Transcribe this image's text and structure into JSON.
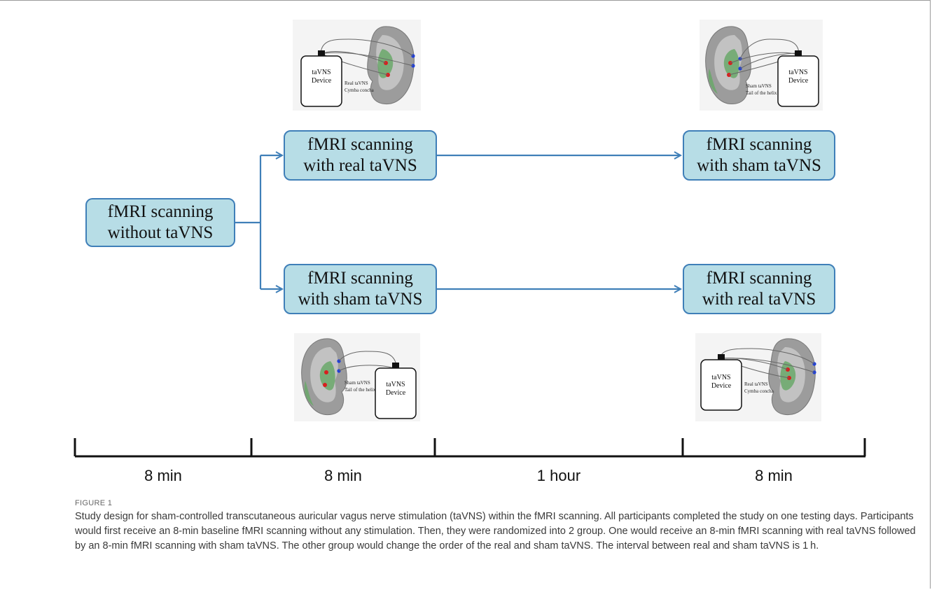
{
  "boxes": {
    "baseline": [
      "fMRI scanning",
      "without taVNS"
    ],
    "top_first": [
      "fMRI scanning",
      "with real taVNS"
    ],
    "top_second": [
      "fMRI scanning",
      "with sham taVNS"
    ],
    "bottom_first": [
      "fMRI scanning",
      "with sham taVNS"
    ],
    "bottom_second": [
      "fMRI scanning",
      "with real taVNS"
    ]
  },
  "device": {
    "line1": "taVNS",
    "line2": "Device"
  },
  "ear_labels": {
    "real": [
      "Real taVNS",
      "Cymba concha"
    ],
    "sham": [
      "Sham taVNS",
      "Tail of the helix"
    ]
  },
  "timeline": [
    "8 min",
    "8 min",
    "1 hour",
    "8 min"
  ],
  "caption": {
    "label": "FIGURE 1",
    "text": "Study design for sham-controlled transcutaneous auricular vagus nerve stimulation (taVNS) within the fMRI scanning. All participants completed the study on one testing days. Participants would first receive an 8-min baseline fMRI scanning without any stimulation. Then, they were randomized into 2 group. One would receive an 8-min fMRI scanning with real taVNS followed by an 8-min fMRI scanning with sham taVNS. The other group would change the order of the real and sham taVNS. The interval between real and sham taVNS is 1 h."
  },
  "colors": {
    "box_fill": "#b7dde6",
    "box_border": "#3f7fb8",
    "arrow": "#3f7fb8",
    "ear_green": "#6aa86a",
    "electrode_red": "#d81f1f",
    "electrode_blue": "#1f3fd8"
  }
}
